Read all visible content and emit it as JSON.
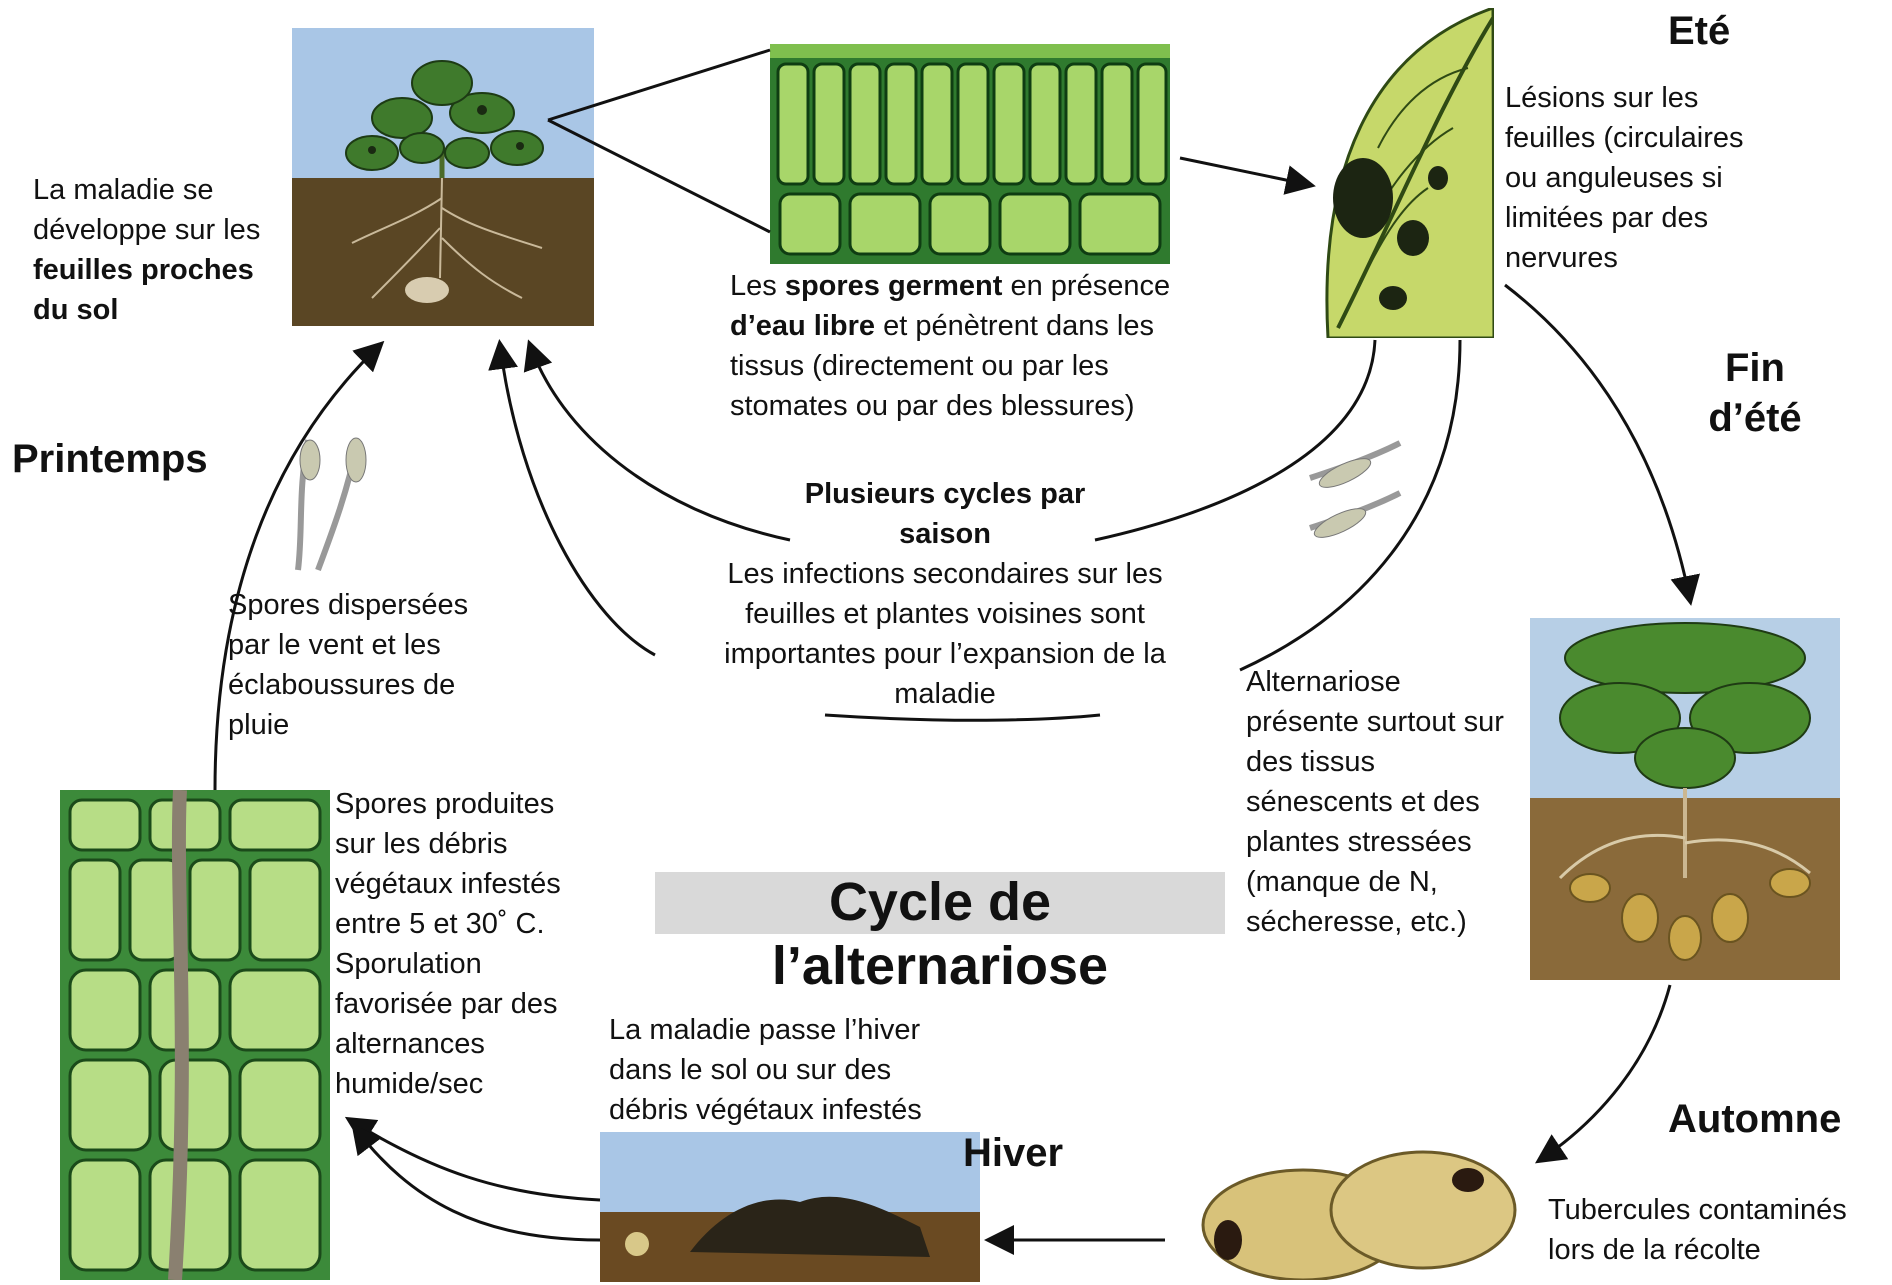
{
  "title": "Cycle de l’alternariose",
  "seasons": {
    "ete": "Eté",
    "fin_ete_1": "Fin",
    "fin_ete_2": "d’été",
    "automne": "Automne",
    "hiver": "Hiver",
    "printemps": "Printemps"
  },
  "texts": {
    "maladie_sol": {
      "l1": "La maladie se",
      "l2": "développe sur les",
      "l3": "feuilles proches",
      "l4": "du sol"
    },
    "spores_germent": {
      "l1a": "Les ",
      "l1b": "spores germent",
      "l1c": " en présence",
      "l2a": "d’eau libre",
      "l2b": " et pénètrent dans les",
      "l3": "tissus (directement ou par les",
      "l4": "stomates ou par des blessures)"
    },
    "lesions": {
      "l1": "Lésions sur les",
      "l2": "feuilles (circulaires",
      "l3": "ou anguleuses si",
      "l4": "limitées par des",
      "l5": "nervures"
    },
    "cycles": {
      "l1": "Plusieurs cycles par",
      "l2": "saison",
      "l3": "Les infections secondaires sur les",
      "l4": "feuilles et plantes voisines sont",
      "l5": "importantes pour l’expansion de la",
      "l6": "maladie"
    },
    "dispersees": {
      "l1": "Spores dispersées",
      "l2": "par le vent et les",
      "l3": "éclaboussures de",
      "l4": "pluie"
    },
    "produites": {
      "l1": "Spores produites",
      "l2": "sur les débris",
      "l3": "végétaux infestés",
      "l4": "entre 5 et 30˚ C.",
      "l5": "Sporulation",
      "l6": "favorisée par des",
      "l7": "alternances",
      "l8": "humide/sec"
    },
    "alternariose": {
      "l1": "Alternariose",
      "l2": "présente surtout sur",
      "l3": "des tissus",
      "l4": "sénescents et des",
      "l5": "plantes stressées",
      "l6": "(manque de N,",
      "l7": "sécheresse, etc.)"
    },
    "hiver_txt": {
      "l1": "La maladie passe l’hiver",
      "l2": "dans le sol ou sur des",
      "l3": "débris végétaux infestés"
    },
    "tubercules": {
      "l1": "Tubercules contaminés",
      "l2": "lors de la récolte"
    }
  }
}
